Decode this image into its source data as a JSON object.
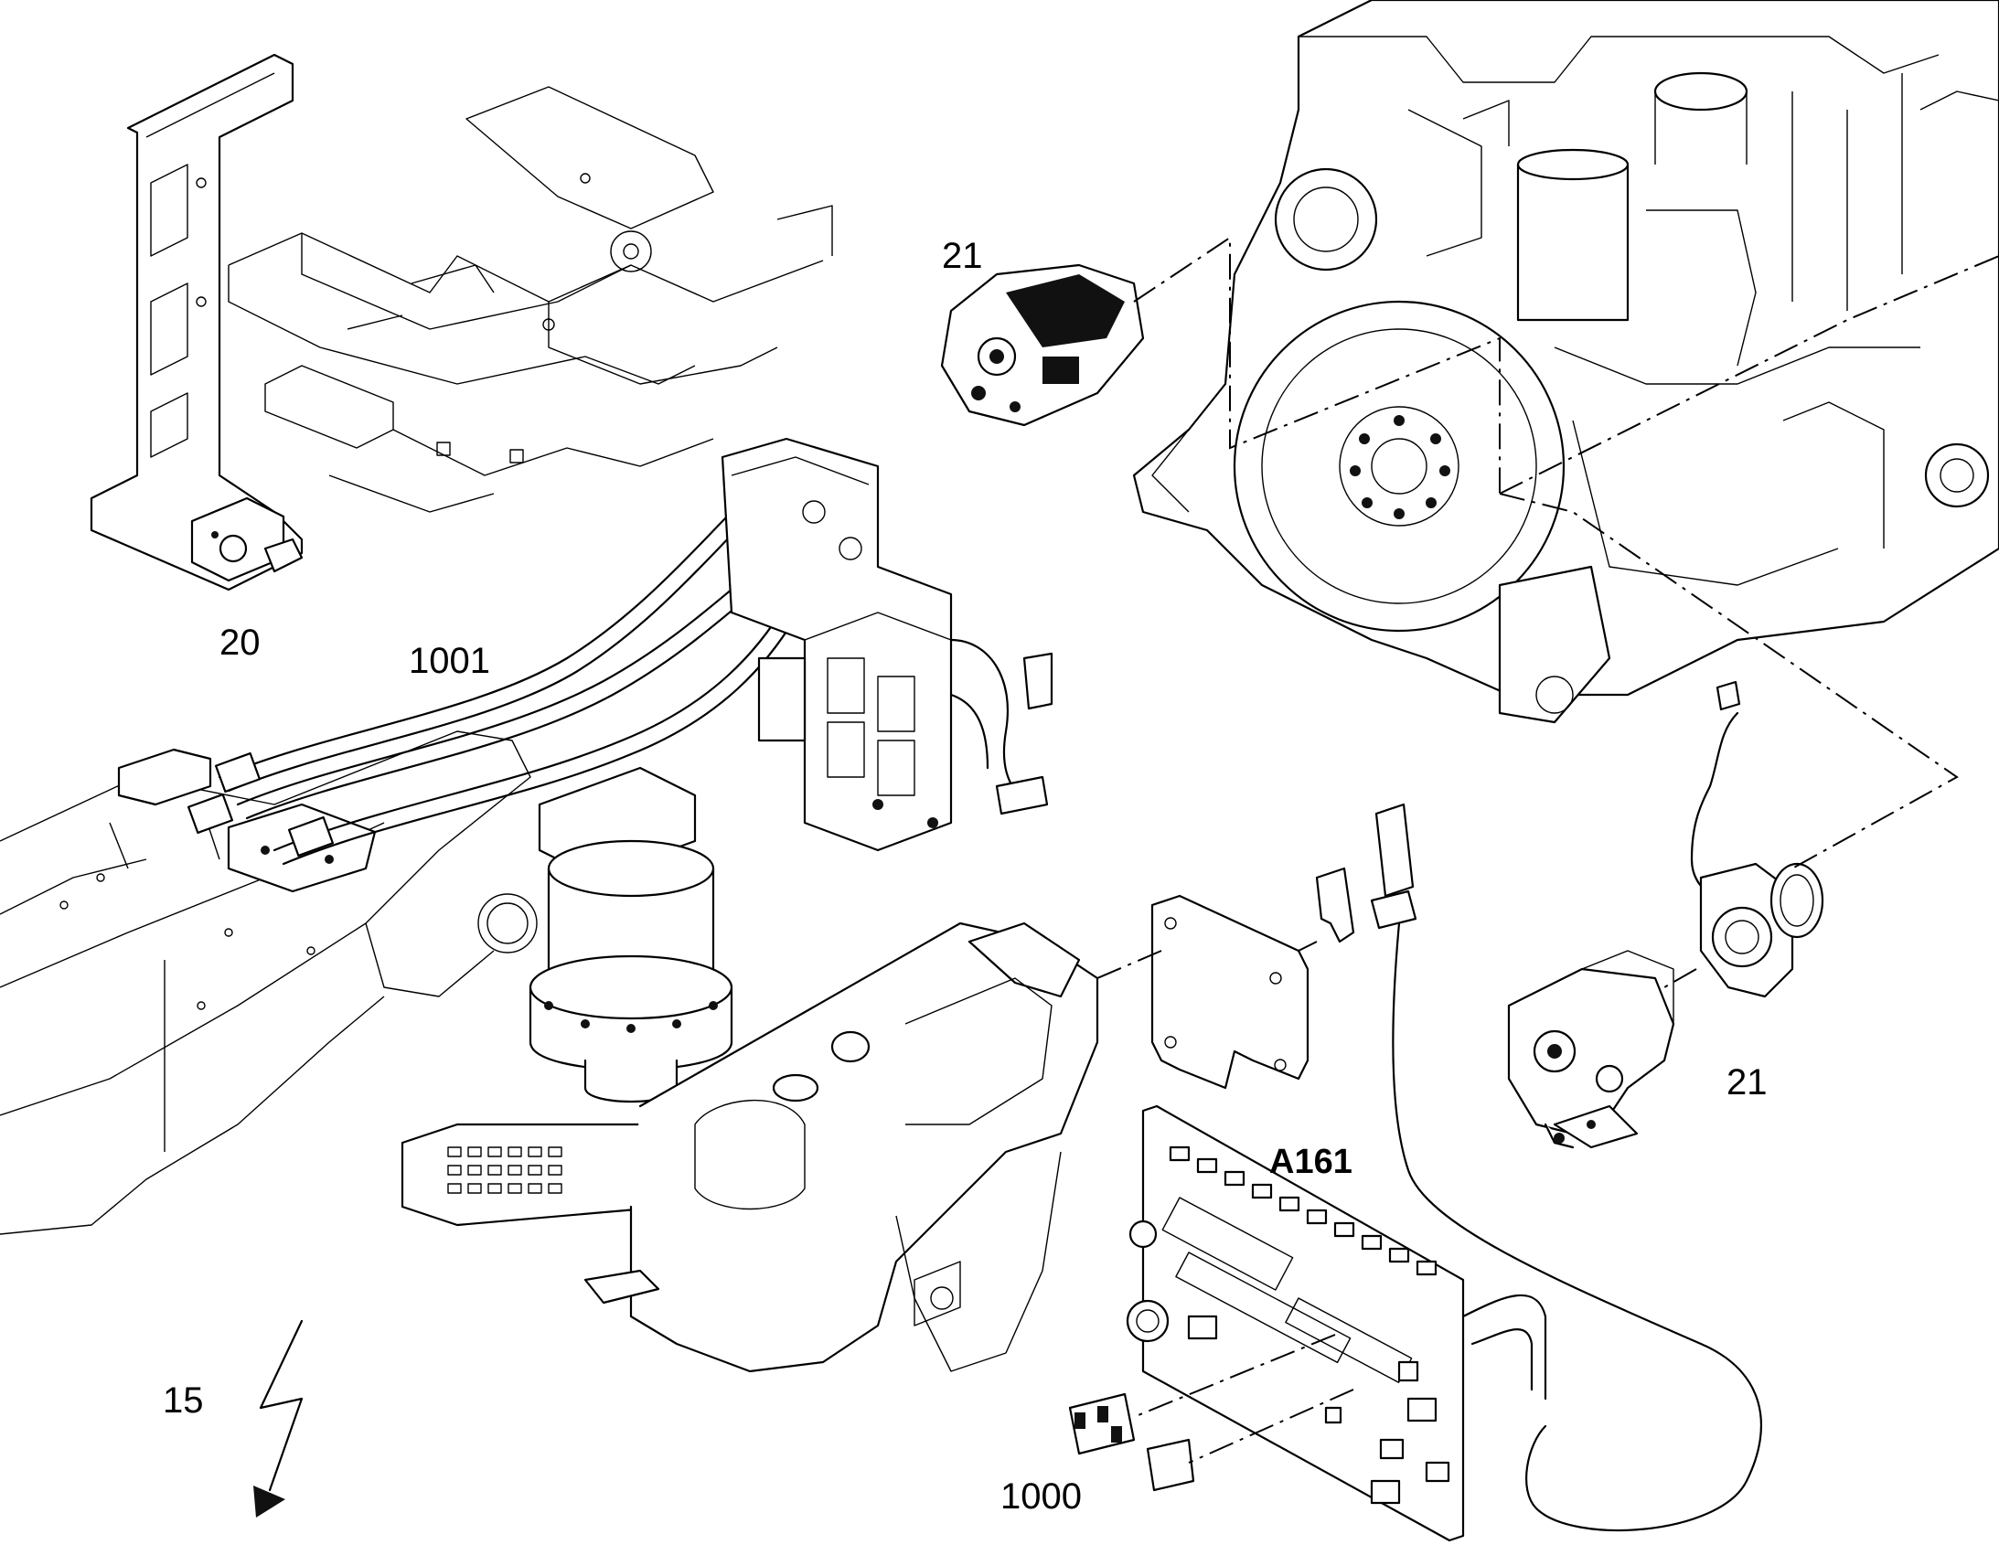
{
  "callouts": {
    "bracket": "20",
    "hoses": "1001",
    "pump_top": "21",
    "pump_right": "21",
    "control_board": "A161",
    "relays": "1000",
    "electrical_symbol": "15"
  },
  "colors": {
    "line": "#000000",
    "background": "#ffffff"
  }
}
